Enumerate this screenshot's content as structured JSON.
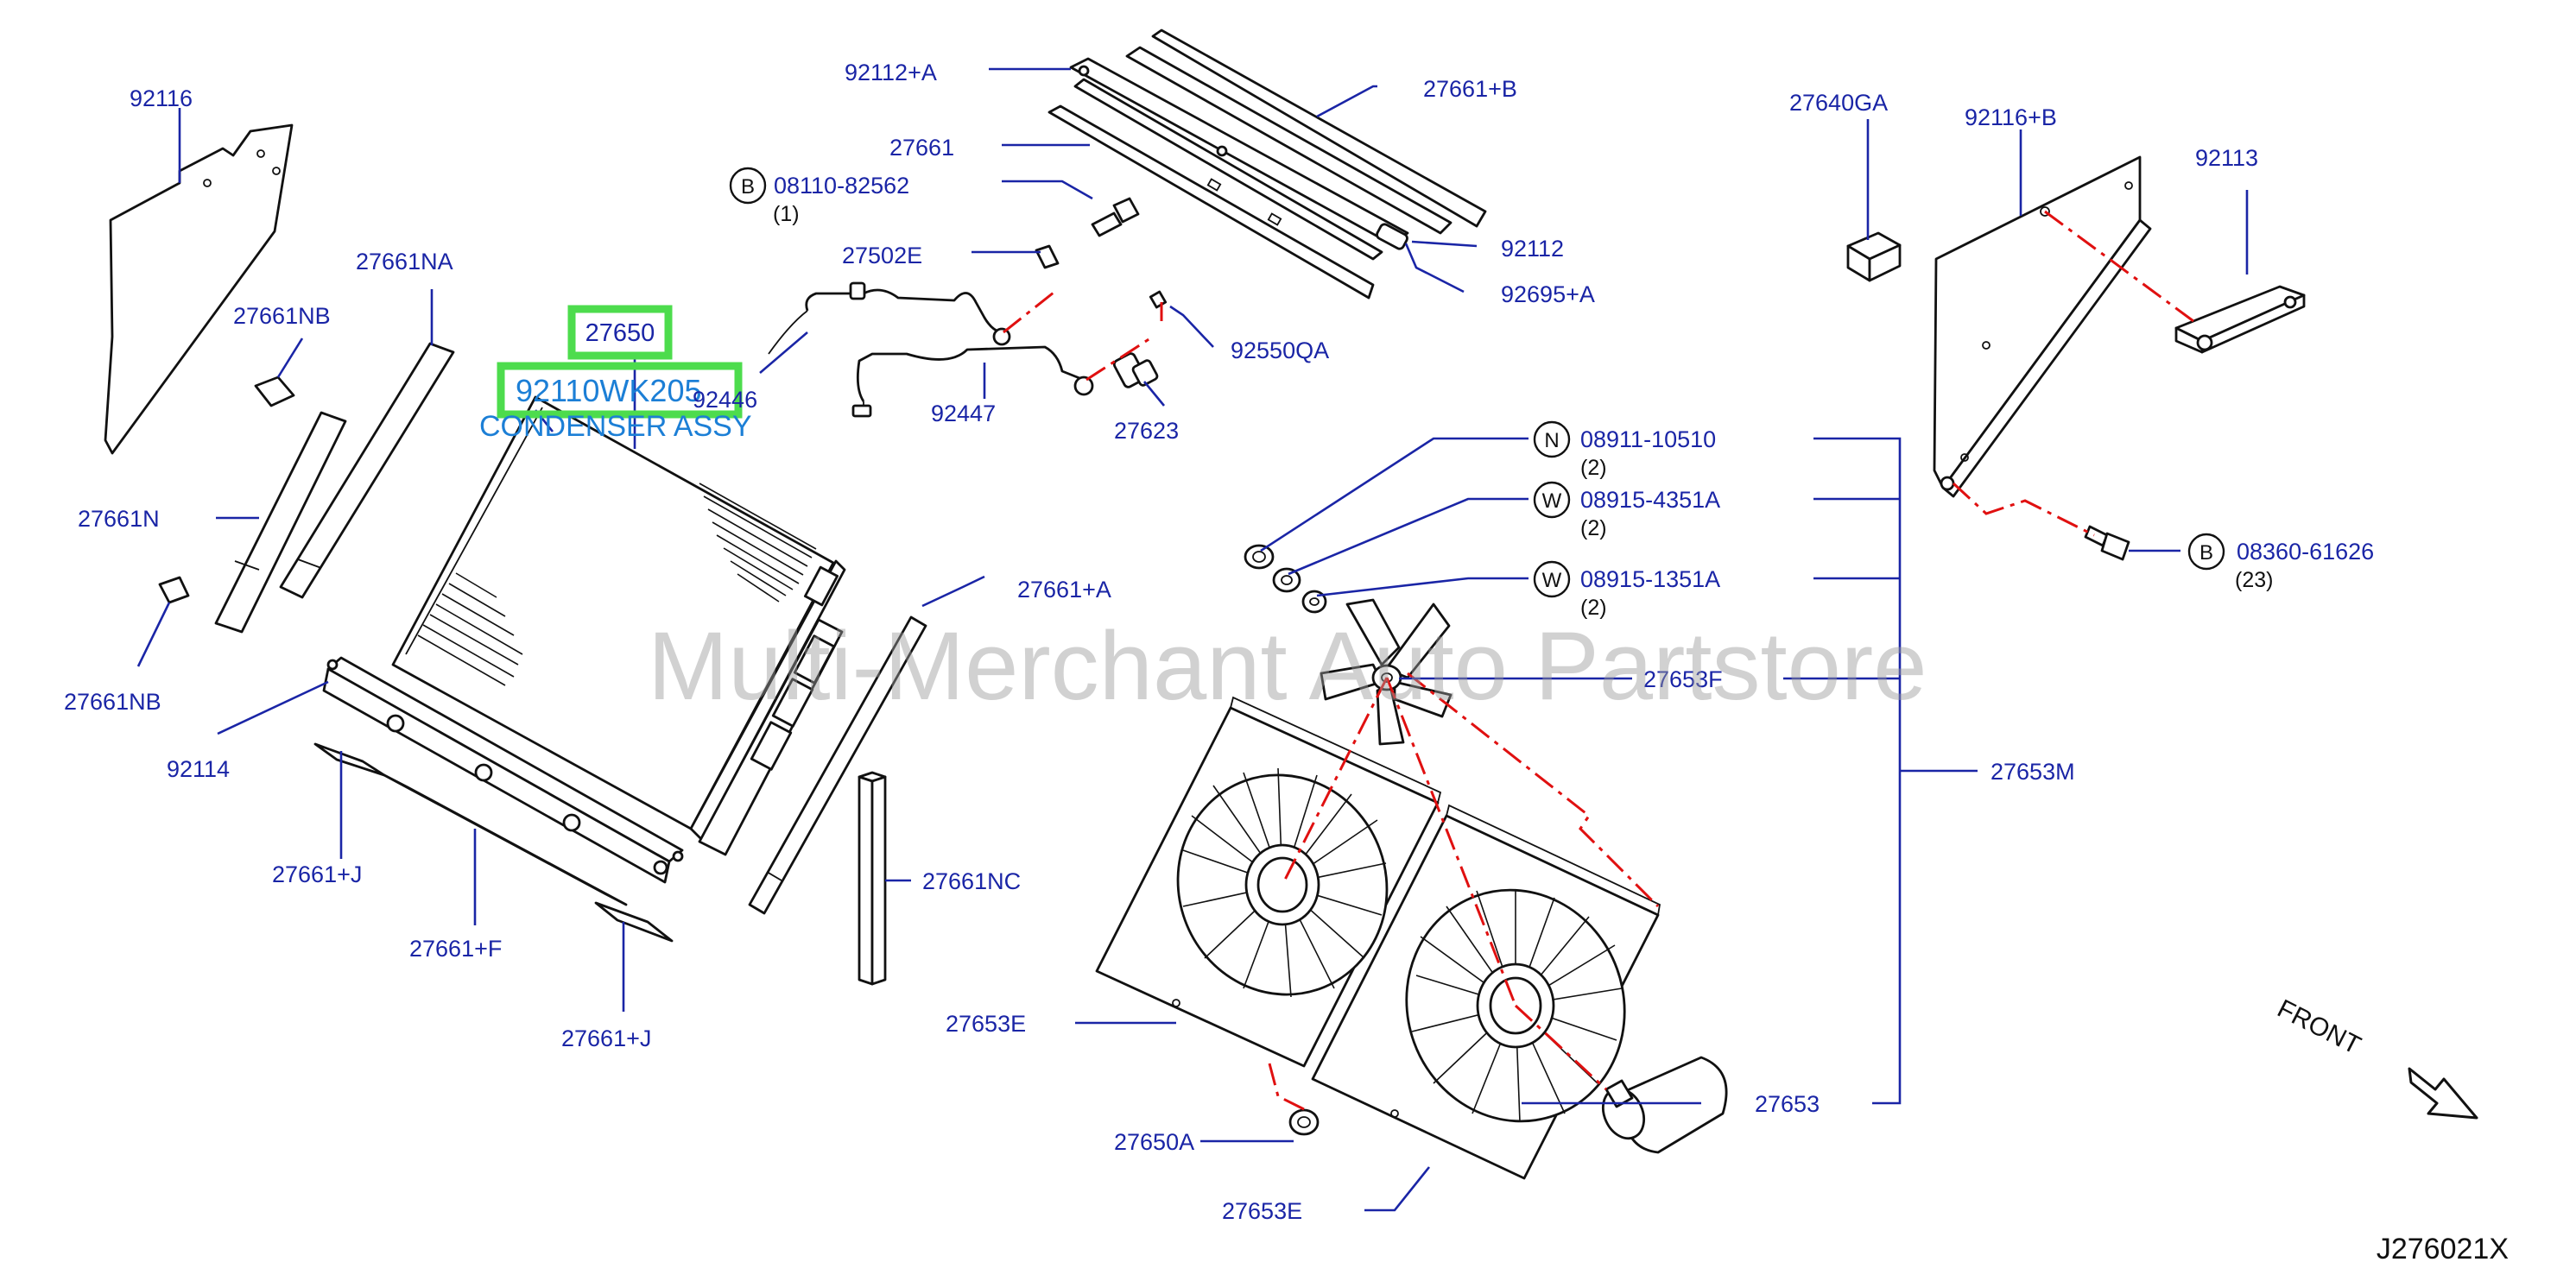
{
  "diagram": {
    "labels": {
      "p92116": "92116",
      "p27661NA": "27661NA",
      "p27661NB_top": "27661NB",
      "p27661N": "27661N",
      "p27661NB_bottom": "27661NB",
      "p92114": "92114",
      "p27661J_left": "27661+J",
      "p27661F": "27661+F",
      "p27661J_bottom": "27661+J",
      "p27650": "27650",
      "p92110": "92110WK205",
      "condenser": "CONDENSER ASSY",
      "p92446": "92446",
      "p92447": "92447",
      "p27502E": "27502E",
      "p08110": "08110-82562",
      "p08110_qty": "(1)",
      "p92112A": "92112+A",
      "p27661": "27661",
      "p27661B": "27661+B",
      "p92112": "92112",
      "p92695A": "92695+A",
      "p92550QA": "92550QA",
      "p27623": "27623",
      "p27640GA": "27640GA",
      "p92116B": "92116+B",
      "p92113": "92113",
      "p08911": "08911-10510",
      "p08911_qty": "(2)",
      "p08915a": "08915-4351A",
      "p08915a_qty": "(2)",
      "p08915b": "08915-1351A",
      "p08915b_qty": "(2)",
      "p08360": "08360-61626",
      "p08360_qty": "(23)",
      "p27661A": "27661+A",
      "p27653F": "27653F",
      "p27653M": "27653M",
      "p27661NC": "27661NC",
      "p27653E_top": "27653E",
      "p27653E_bottom": "27653E",
      "p27650A": "27650A",
      "p27653": "27653",
      "front": "FRONT",
      "code": "J276021X"
    },
    "symbols": {
      "bolt": "B",
      "nut": "N",
      "washer": "W"
    },
    "watermark": "Multi-Merchant Auto Partstore",
    "colors": {
      "label": "#1a25a6",
      "highlight_box": "#4ddc4d",
      "highlight_text": "#1c7fd6",
      "centerline": "#e01010",
      "watermark": "#9a9a9a"
    }
  }
}
